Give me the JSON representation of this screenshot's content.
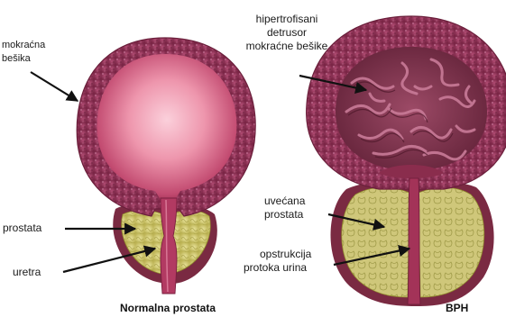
{
  "colors": {
    "wall_outer": "#7d2a48",
    "wall_mid": "#a14168",
    "wall_speckle": "#c76d8f",
    "lumen_core": "#f7b3c4",
    "lumen_edge": "#a12c52",
    "prostate_fill": "#d9d27a",
    "prostate_edge": "#8f8a2c",
    "capsule": "#7a2a42",
    "arrow": "#111111"
  },
  "labels": {
    "normal": {
      "bladder": [
        "mokraćna",
        "bešika"
      ],
      "prostate": "prostata",
      "urethra": "uretra",
      "caption": "Normalna prostata"
    },
    "bph": {
      "detrusor": [
        "hipertrofisani",
        "detrusor",
        "mokraćne bešike"
      ],
      "enlarged_prostate": [
        "uvećana",
        "prostata"
      ],
      "obstruction": [
        "opstrukcija",
        "protoka urina"
      ],
      "caption": "BPH"
    }
  }
}
